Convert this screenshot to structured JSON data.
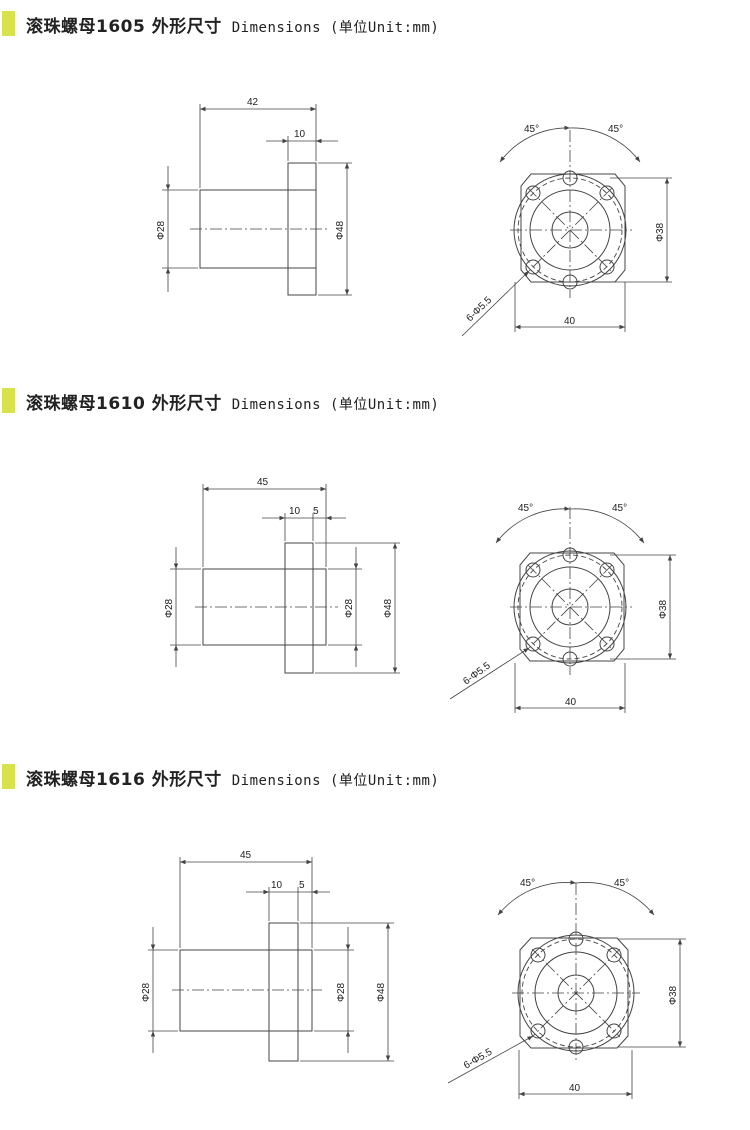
{
  "theme": {
    "accent_color": "#d8e24a",
    "line_color": "#444444"
  },
  "sections": [
    {
      "id": "1605",
      "title_cn": "滚珠螺母1605 外形尺寸",
      "title_en": "Dimensions (单位Unit:mm)",
      "side": {
        "length": "42",
        "flange": "10",
        "body_dia": "Φ28",
        "flange_dia": "Φ48"
      },
      "front": {
        "angle_left": "45°",
        "angle_right": "45°",
        "height": "Φ38",
        "width": "40",
        "holes": "6-Φ5.5"
      }
    },
    {
      "id": "1610",
      "title_cn": "滚珠螺母1610 外形尺寸",
      "title_en": "Dimensions (单位Unit:mm)",
      "side": {
        "length": "45",
        "flange": "10",
        "step": "5",
        "body_dia": "Φ28",
        "inner_dia": "Φ28",
        "flange_dia": "Φ48"
      },
      "front": {
        "angle_left": "45°",
        "angle_right": "45°",
        "height": "Φ38",
        "width": "40",
        "holes": "6-Φ5.5"
      }
    },
    {
      "id": "1616",
      "title_cn": "滚珠螺母1616 外形尺寸",
      "title_en": "Dimensions (单位Unit:mm)",
      "side": {
        "length": "45",
        "flange": "10",
        "step": "5",
        "body_dia": "Φ28",
        "inner_dia": "Φ28",
        "flange_dia": "Φ48"
      },
      "front": {
        "angle_left": "45°",
        "angle_right": "45°",
        "height": "Φ38",
        "width": "40",
        "holes": "6-Φ5.5"
      }
    }
  ]
}
